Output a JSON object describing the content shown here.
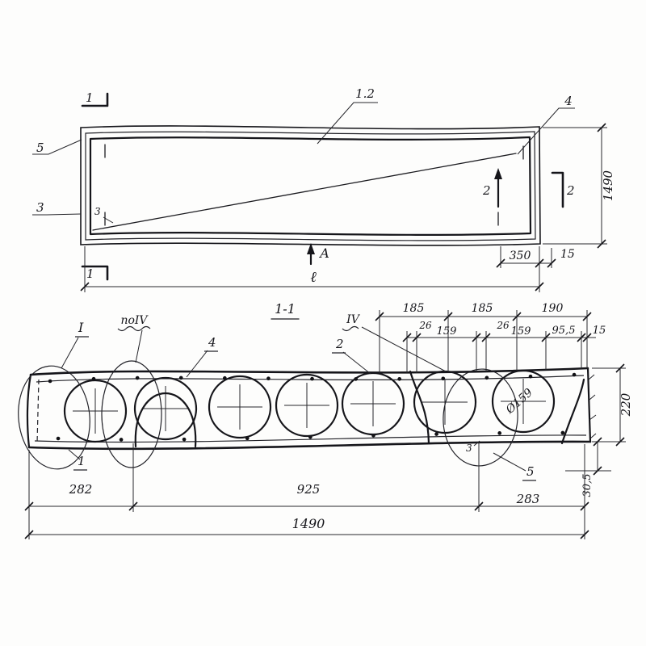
{
  "plan": {
    "label_12": "1.2",
    "label_4": "4",
    "label_5": "5",
    "label_3": "3",
    "label_3_inner": "3",
    "view_label": "А",
    "cut1_top": "1",
    "cut1_bottom": "1",
    "cut2_left": "2",
    "cut2_right": "2",
    "dim_height": "1490",
    "dim_350": "350",
    "dim_15": "15",
    "dim_length": "ℓ"
  },
  "section": {
    "title": "1-1",
    "detail_I": "I",
    "detail_po": "поIV",
    "label_IV": "IV",
    "label_4": "4",
    "label_2": "2",
    "label_1": "1",
    "label_5": "5",
    "label_3": "3",
    "dia_label": "Ø159",
    "dims_top1": [
      "185",
      "185",
      "190"
    ],
    "dims_top2": [
      "26",
      "159",
      "26",
      "159",
      "95,5",
      "15"
    ],
    "dim_220": "220",
    "dim_305": "30,5",
    "dims_bottom": [
      "282",
      "925",
      "283"
    ],
    "dim_total": "1490"
  }
}
